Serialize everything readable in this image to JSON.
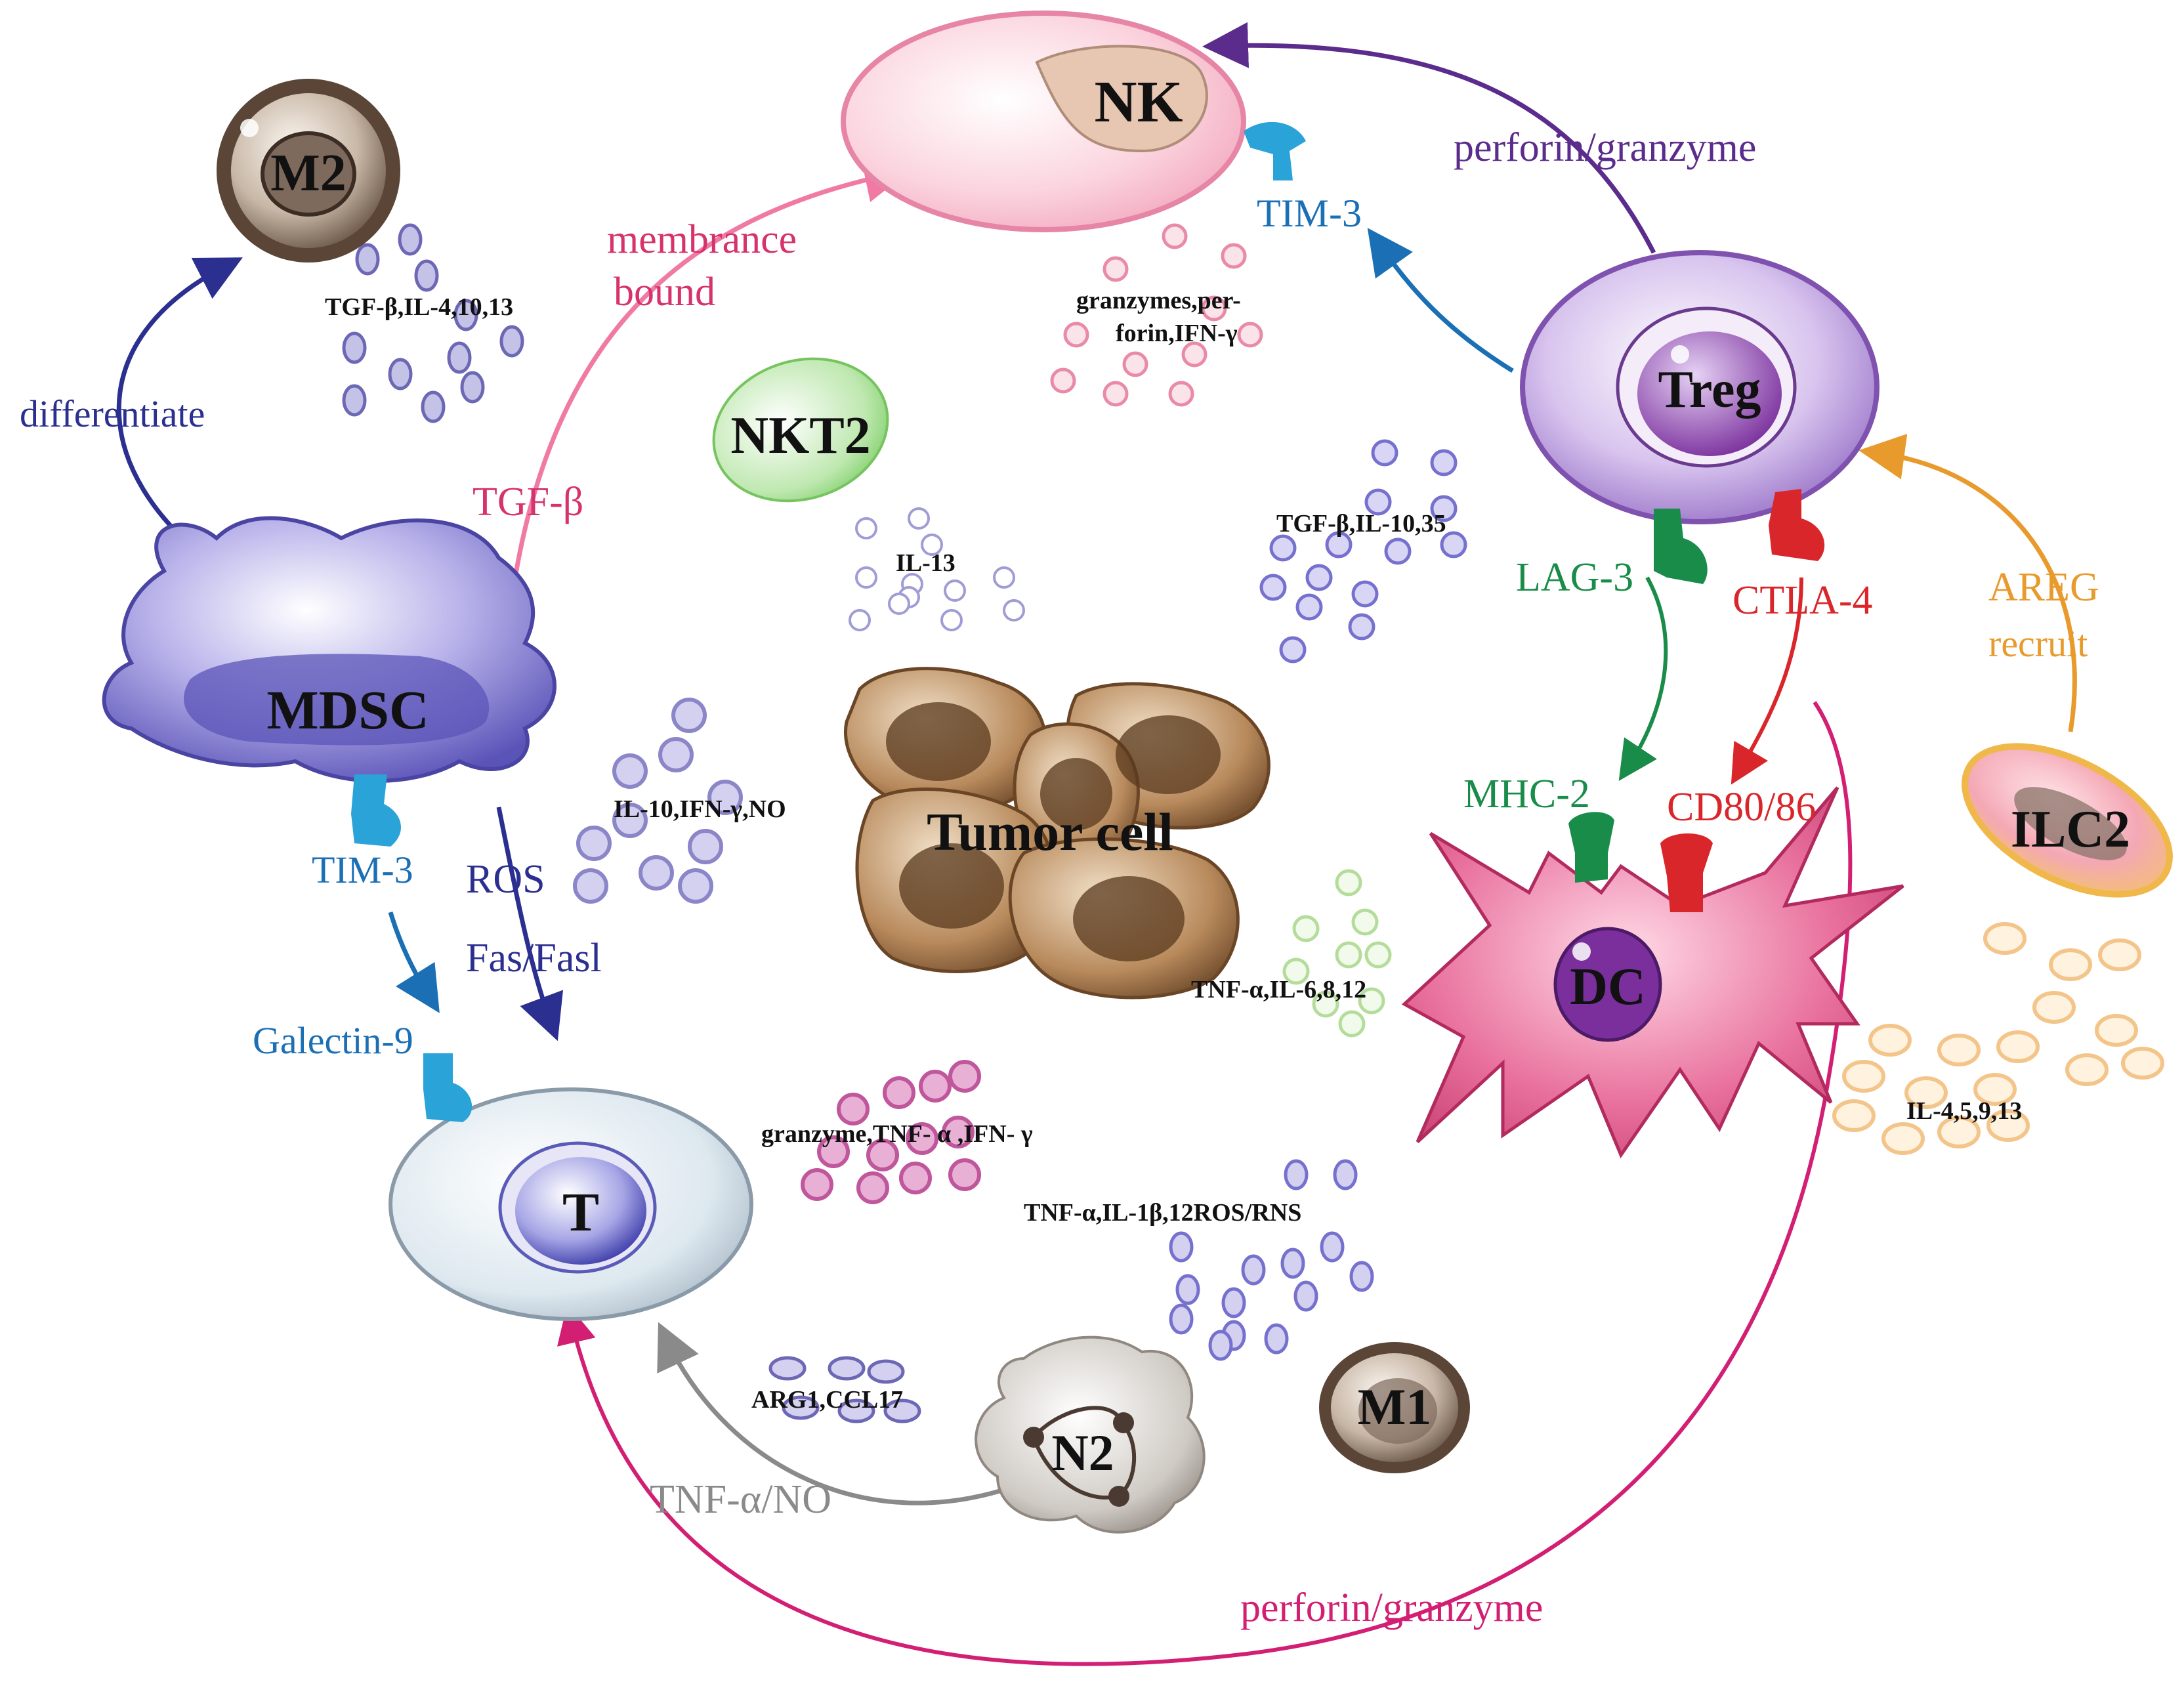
{
  "cells": {
    "nk": "NK",
    "m2": "M2",
    "treg": "Treg",
    "nkt2": "NKT2",
    "mdsc": "MDSC",
    "tumor": "Tumor cell",
    "dc": "DC",
    "ilc2": "ILC2",
    "t": "T",
    "n2": "N2",
    "m1": "M1"
  },
  "factors": {
    "m2_secretion": "TGF-β,IL-4,10,13",
    "nk_secretion_1": "granzymes,per-",
    "nk_secretion_2": "forin,IFN-γ",
    "treg_secretion": "TGF-β,IL-10,35",
    "nkt2_secretion": "IL-13",
    "mdsc_secretion": "IL-10,IFN-γ,NO",
    "dc_secretion": "TNF-α,IL-6,8,12",
    "ilc2_secretion": "IL-4,5,9,13",
    "t_secretion": "granzyme,TNF- α ,IFN- γ",
    "m1_secretion": "TNF-α,IL-1β,12ROS/RNS",
    "n2_secretion": "ARG1,CCL17"
  },
  "interactions": {
    "differentiate": "differentiate",
    "tgf_beta": "TGF-β",
    "membrane_1": "membrance",
    "membrane_2": "bound",
    "treg_nk": "perforin/granzyme",
    "tim3_nk": "TIM-3",
    "lag3": "LAG-3",
    "ctla4": "CTLA-4",
    "areg_1": "AREG",
    "areg_2": "recruit",
    "mhc2": "MHC-2",
    "cd80": "CD80/86",
    "tim3_mdsc": "TIM-3",
    "ros": "ROS",
    "fas": "Fas/Fasl",
    "galectin": "Galectin-9",
    "tnf_no": "TNF-α/NO",
    "treg_t": "perforin/granzyme"
  },
  "colors": {
    "purple": "#5b2c8c",
    "pink": "#d6336c",
    "blue": "#1b6fb5",
    "navy": "#2b2f8f",
    "green": "#1a8c4a",
    "red": "#d9262a",
    "orange": "#e89a2c",
    "gray": "#8a8a8a",
    "magenta": "#d21f74",
    "teal": "#2aa3d8"
  }
}
